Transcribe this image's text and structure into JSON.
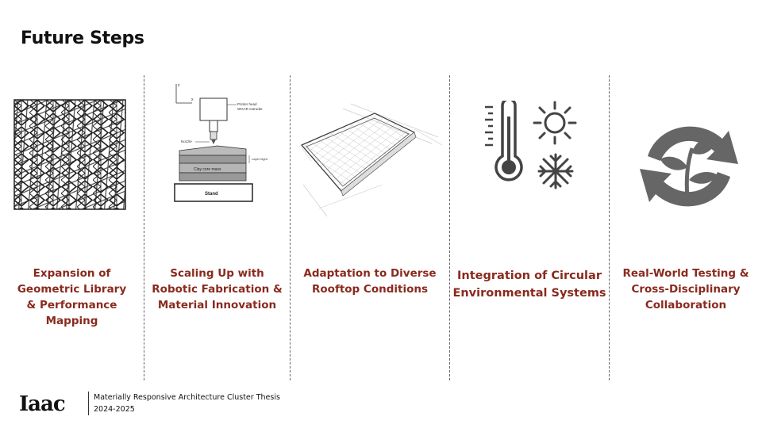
{
  "title": "Future Steps",
  "columns": [
    {
      "illustration": "geometric-pattern-tile",
      "label_lines": [
        "Expansion of",
        "Geometric Library",
        "& Performance",
        "Mapping"
      ]
    },
    {
      "illustration": "3d-printer-diagram",
      "diagram_text": {
        "printer_head": "Printer head",
        "extruder": "WGAR extruder",
        "nozzle": "Nozzle",
        "layer_height": "Layer hight",
        "clay": "Clay core mass",
        "stand": "Stand",
        "axis_z": "z",
        "axis_x": "x"
      },
      "label_lines": [
        "Scaling Up with",
        "Robotic Fabrication &",
        "Material Innovation"
      ]
    },
    {
      "illustration": "rooftop-panel-sketch",
      "label_lines": [
        "Adaptation to Diverse",
        "Rooftop Conditions"
      ]
    },
    {
      "illustration": "climate-icons",
      "label_lines": [
        "Integration of Circular",
        "Environmental Systems"
      ]
    },
    {
      "illustration": "plant-cycle-icon",
      "label_lines": [
        "Real-World Testing &",
        "Cross-Disciplinary",
        "Collaboration"
      ]
    }
  ],
  "footer": {
    "logo_text": "Iaac",
    "line1": "Materially Responsive Architecture Cluster Thesis",
    "line2": "2024-2025"
  },
  "colors": {
    "accent": "#8a2a1e",
    "text": "#111111",
    "icon_gray": "#666666"
  }
}
